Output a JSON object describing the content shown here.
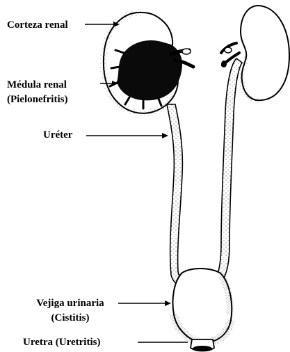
{
  "labels": {
    "cortex": "Corteza renal",
    "medulla": "Médula renal",
    "medulla_note": "(Pielonefritis)",
    "ureter": "Uréter",
    "bladder": "Vejiga urinaria",
    "bladder_note": "(Cistitis)",
    "urethra": "Uretra  (Uretritis)"
  },
  "colors": {
    "ink": "#000000",
    "fill": "#ffffff",
    "medulla": "#0a0a0a"
  }
}
